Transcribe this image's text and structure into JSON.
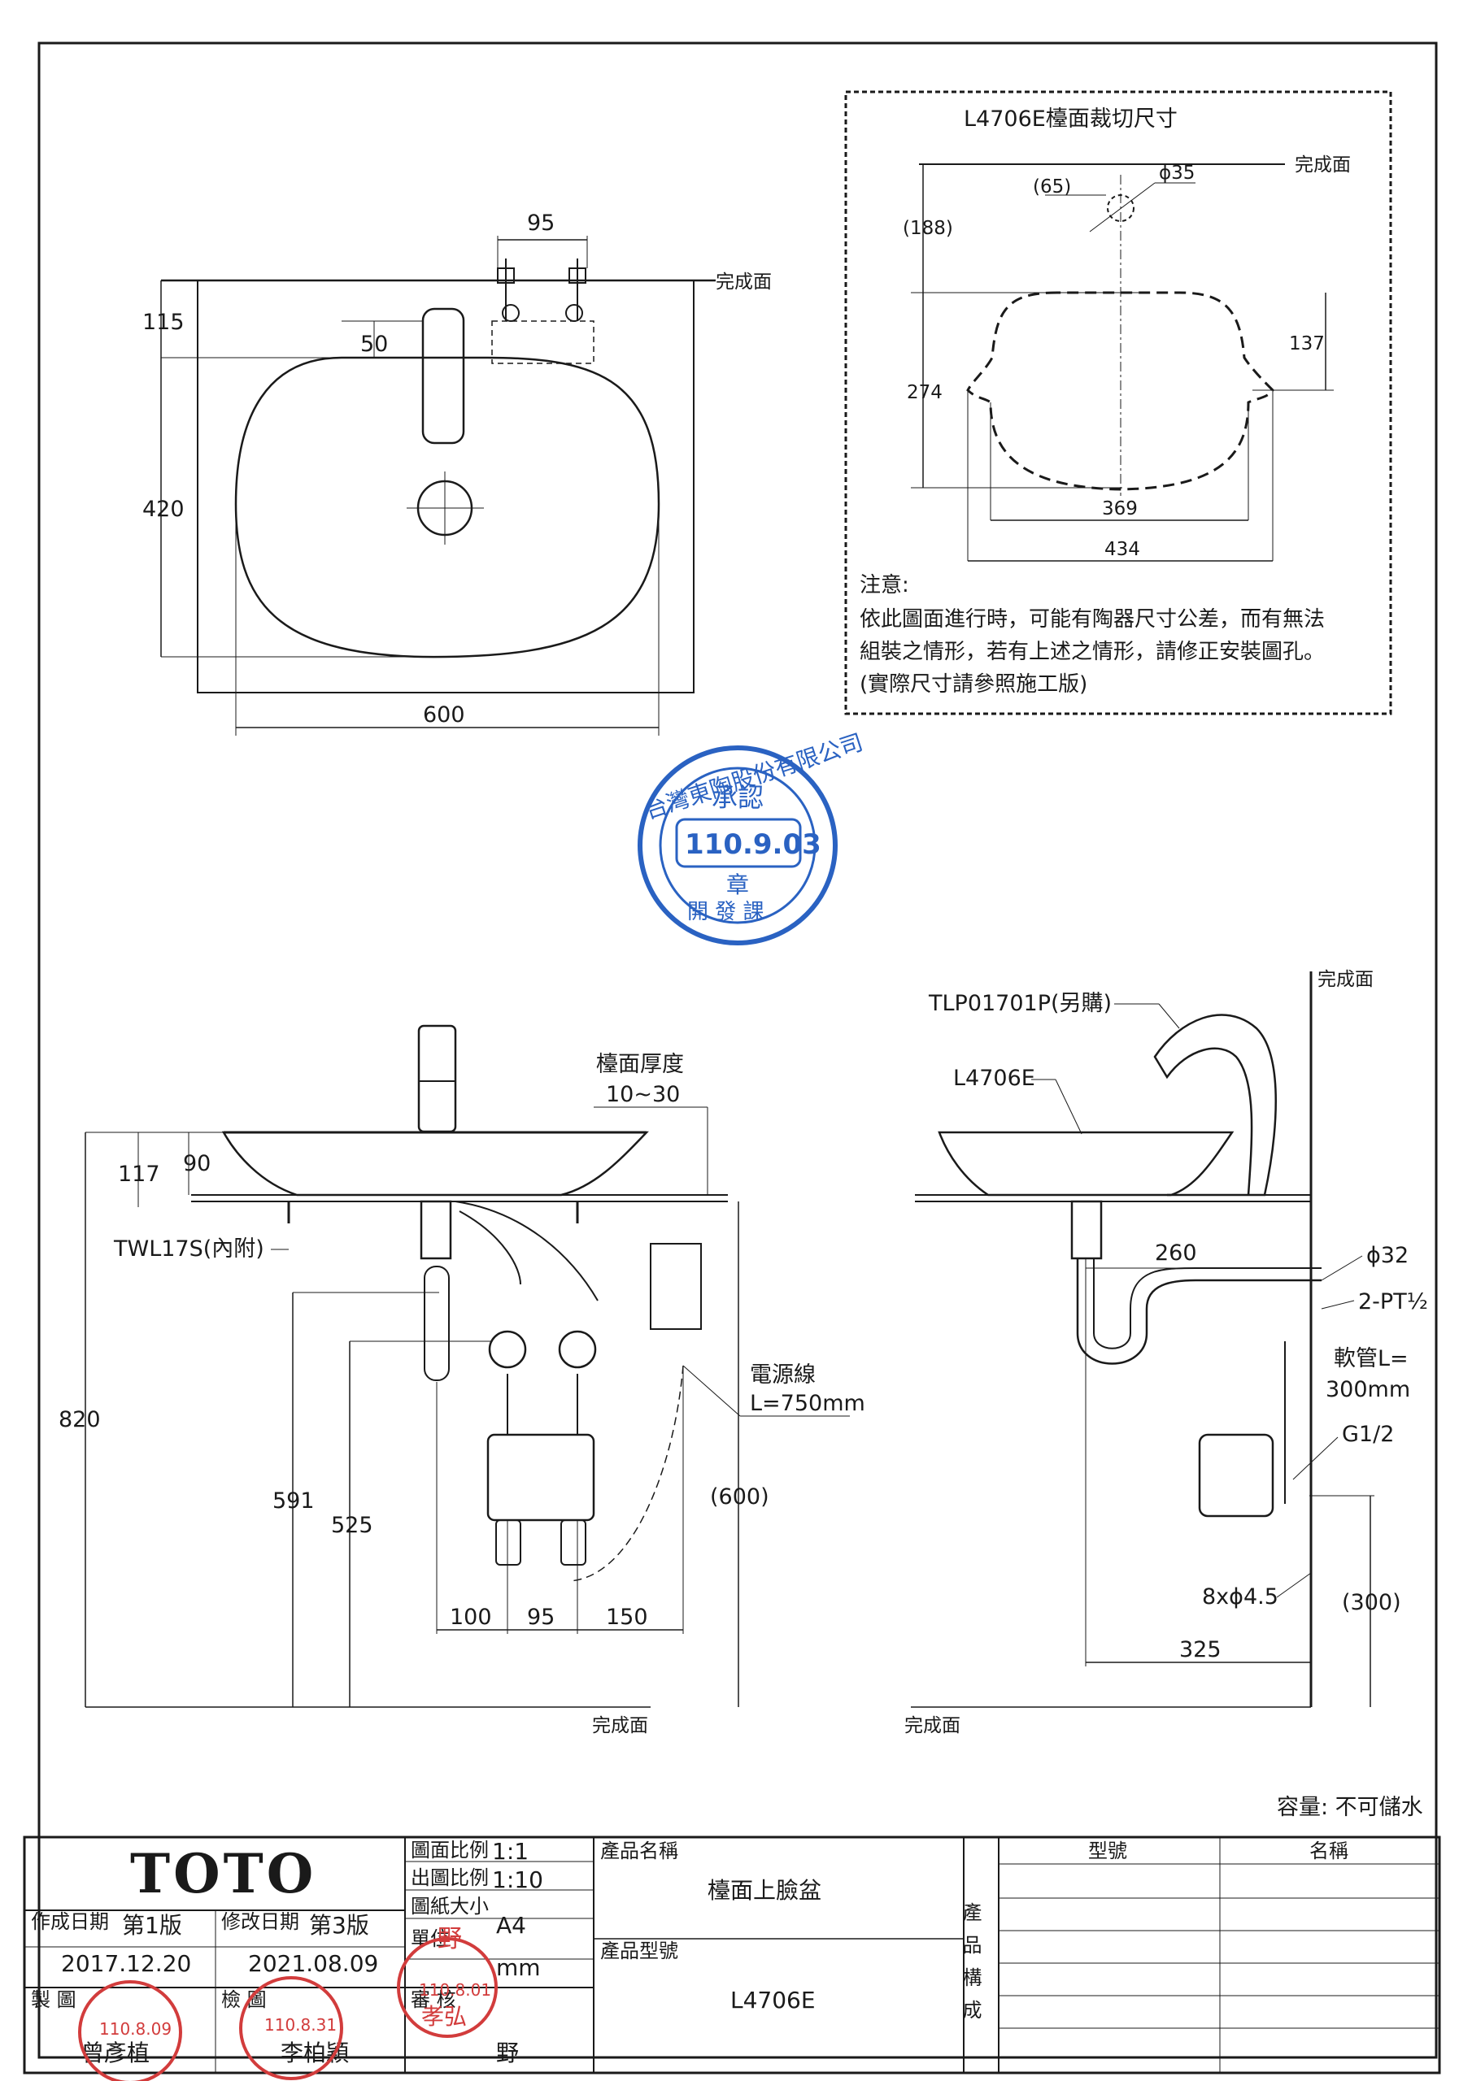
{
  "top_view": {
    "dims": {
      "spacing": "95",
      "offset": "115",
      "center": "50",
      "depth": "420",
      "width": "600"
    },
    "surface_label": "完成面"
  },
  "cutout": {
    "title": "L4706E檯面裁切尺寸",
    "surface_label": "完成面",
    "dims": {
      "hole_offset": "(65)",
      "hole_dia": "ϕ35",
      "hole_depth": "(188)",
      "half_depth": "137",
      "depth": "274",
      "inner_width": "369",
      "outer_width": "434"
    },
    "note_title": "注意:",
    "note_lines": [
      "依此圖面進行時，可能有陶器尺寸公差，而有無法",
      "組裝之情形，若有上述之情形，請修正安裝圖孔。",
      "(實際尺寸請參照施工版)"
    ]
  },
  "approval_stamp": {
    "company": "台灣東陶股份有限公司",
    "word": "承認",
    "date": "110.9.03",
    "seal": "章",
    "dept": "開 發 課"
  },
  "front_view": {
    "thickness_label": "檯面厚度",
    "thickness_range": "10~30",
    "part_label": "TWL17S(內附)",
    "power_label": "電源線",
    "power_length": "L=750mm",
    "dims": {
      "rim": "90",
      "height_a": "117",
      "total": "820",
      "h591": "591",
      "h525": "525",
      "h600": "(600)",
      "w100": "100",
      "w95": "95",
      "w150": "150"
    },
    "surface_label": "完成面"
  },
  "side_view": {
    "faucet_label": "TLP01701P(另購)",
    "basin_label": "L4706E",
    "wall_label": "完成面",
    "floor_label": "完成面",
    "dims": {
      "trap": "260",
      "pipe_dia": "ϕ32",
      "thread": "2-PT½",
      "hose_a": "軟管L=",
      "hose_b": "300mm",
      "g_size": "G1/2",
      "screws": "8xϕ4.5",
      "h300": "(300)",
      "w325": "325"
    }
  },
  "capacity": "容量: 不可儲水",
  "title_block": {
    "brand": "TOTO",
    "draw_scale_label": "圖面比例",
    "draw_scale": "1:1",
    "print_scale_label": "出圖比例",
    "print_scale": "1:10",
    "paper_label": "圖紙大小",
    "paper": "A4",
    "unit_label": "單位",
    "unit": "mm",
    "created_label": "作成日期",
    "created_ver": "第1版",
    "created_date": "2017.12.20",
    "revised_label": "修改日期",
    "revised_ver": "第3版",
    "revised_date": "2021.08.09",
    "drawn_label": "製 圖",
    "drawn_by": "曾彥植",
    "checked_label": "檢 圖",
    "checked_by": "李柏穎",
    "approved_label": "審 核",
    "approved_by": "野",
    "product_name_label": "產品名稱",
    "product_name": "檯面上臉盆",
    "product_no_label": "產品型號",
    "product_no": "L4706E",
    "composition_label": "產品構成",
    "col_model": "型號",
    "col_name": "名稱",
    "stamp_drawn_name": "曾彥植",
    "stamp_drawn_date": "110.8.09",
    "stamp_check_name": "李柏穎",
    "stamp_check_date": "110.8.31",
    "stamp_unit": "野",
    "stamp_unit_date": "110.8.01",
    "stamp_unit_name": "孝弘"
  }
}
